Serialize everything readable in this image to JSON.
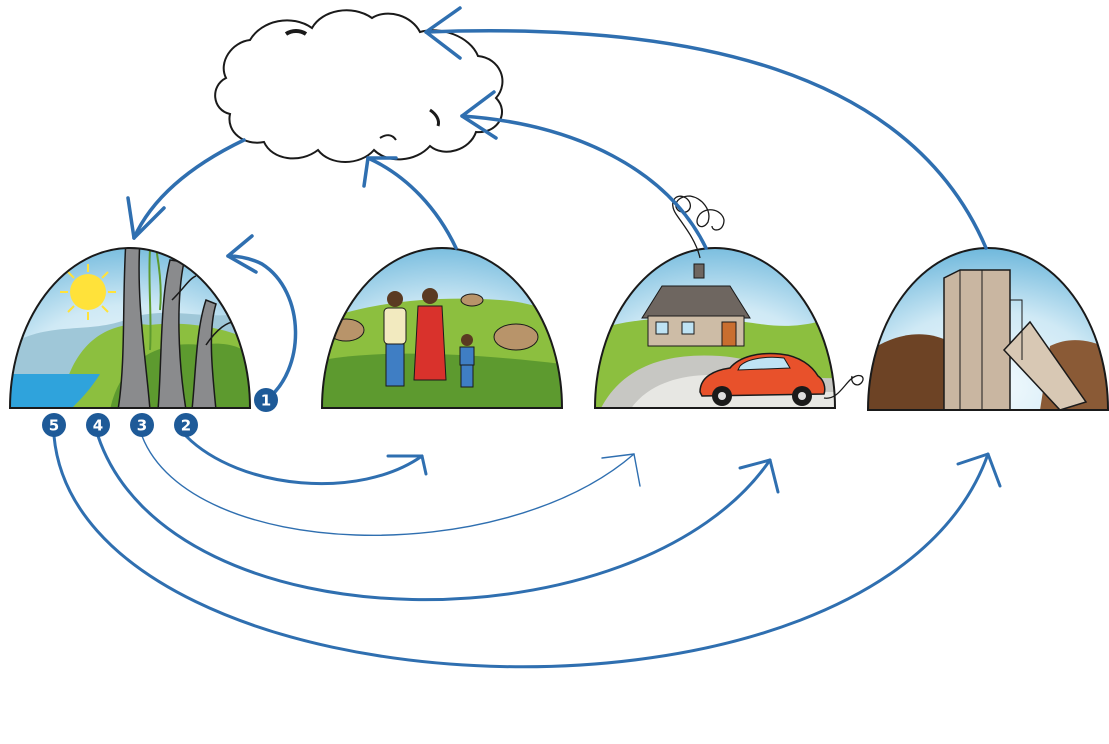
{
  "markers": [
    {
      "id": "m1",
      "label": "1"
    },
    {
      "id": "m2",
      "label": "2"
    },
    {
      "id": "m3",
      "label": "3"
    },
    {
      "id": "m4",
      "label": "4"
    },
    {
      "id": "m5",
      "label": "5"
    }
  ],
  "colors": {
    "arrow": "#2f6fb0",
    "badge": "#1e5a98",
    "sky_light": "#eaf6fb",
    "sky_blue": "#7fc2e0",
    "grass": "#8cbf3f",
    "grass_dark": "#5d9a2f",
    "water": "#2fa3dc",
    "tree": "#8a8b8d",
    "sun": "#ffe23a",
    "sheep": "#b8946a",
    "house_wall": "#cdbca6",
    "house_roof": "#6e6660",
    "car": "#e8512b",
    "mountain": "#6d4325",
    "building": "#c9b6a1"
  },
  "icons": [
    "cloud-icon",
    "forest-dome-icon",
    "pasture-dome-icon",
    "house-car-dome-icon",
    "industry-dome-icon",
    "sun-icon",
    "family-icon",
    "sheep-icon",
    "house-icon",
    "car-icon",
    "smoke-icon",
    "tall-building-icon"
  ]
}
